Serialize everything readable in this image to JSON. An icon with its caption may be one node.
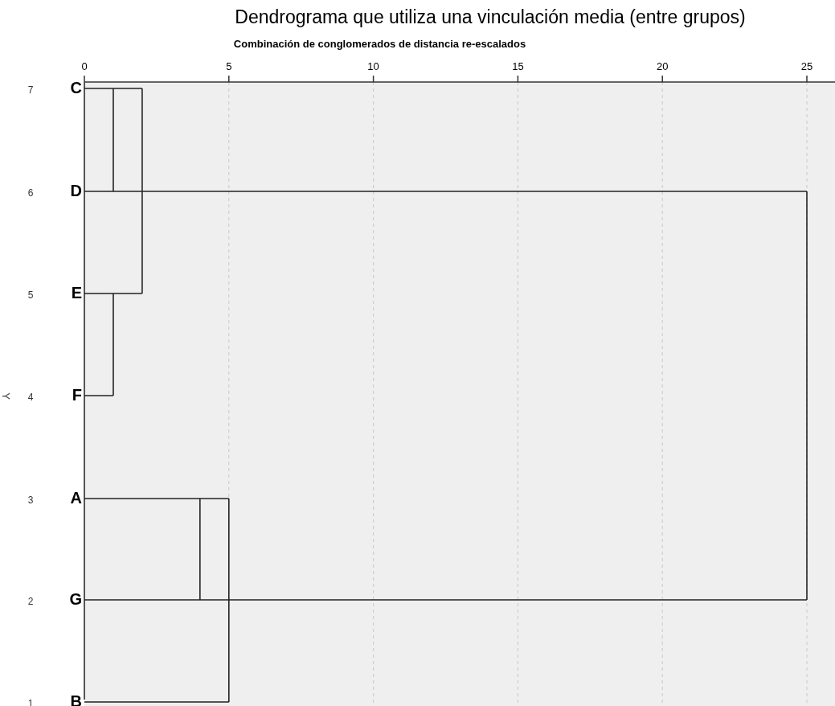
{
  "diagram": {
    "title": "Dendrograma que utiliza una vinculación media (entre grupos)",
    "labels": [
      "Combinación de conglomerados de distancia re-escalados",
      "0",
      "5",
      "10",
      "15",
      "20",
      "25",
      "7",
      "C",
      "6",
      "D",
      "5",
      "E",
      "Y",
      "4",
      "F",
      "3",
      "A",
      "2",
      "G",
      "1",
      "B"
    ]
  }
}
